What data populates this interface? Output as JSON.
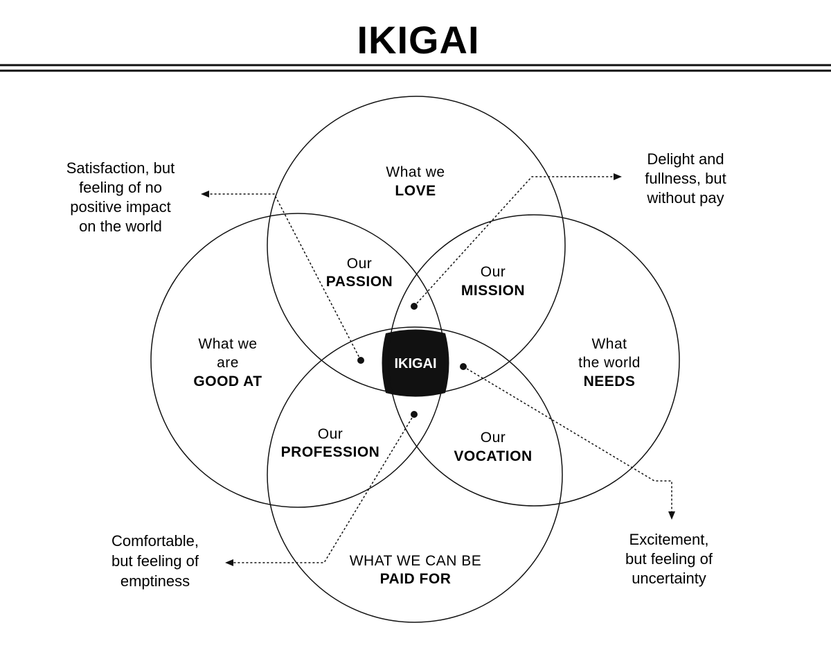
{
  "title": "IKIGAI",
  "circles": {
    "love": {
      "line1": "What we",
      "line2": "LOVE"
    },
    "good_at": {
      "line1": "What we",
      "line2": "are",
      "line3": "GOOD AT"
    },
    "world_needs": {
      "line1": "What",
      "line2": "the world",
      "line3": "NEEDS"
    },
    "paid_for": {
      "line1": "WHAT WE CAN BE",
      "line2": "PAID FOR"
    }
  },
  "intersections": {
    "passion": {
      "line1": "Our",
      "line2": "PASSION"
    },
    "mission": {
      "line1": "Our",
      "line2": "MISSION"
    },
    "profession": {
      "line1": "Our",
      "line2": "PROFESSION"
    },
    "vocation": {
      "line1": "Our",
      "line2": "VOCATION"
    },
    "center": "IKIGAI"
  },
  "annotations": {
    "top_left": [
      "Satisfaction, but",
      "feeling of no",
      "positive impact",
      "on the world"
    ],
    "top_right": [
      "Delight and",
      "fullness, but",
      "without pay"
    ],
    "bottom_left": [
      "Comfortable,",
      "but feeling of",
      "emptiness"
    ],
    "bottom_right": [
      "Excitement,",
      "but feeling of",
      "uncertainty"
    ]
  },
  "colors": {
    "ink": "#111111",
    "background": "#ffffff"
  }
}
